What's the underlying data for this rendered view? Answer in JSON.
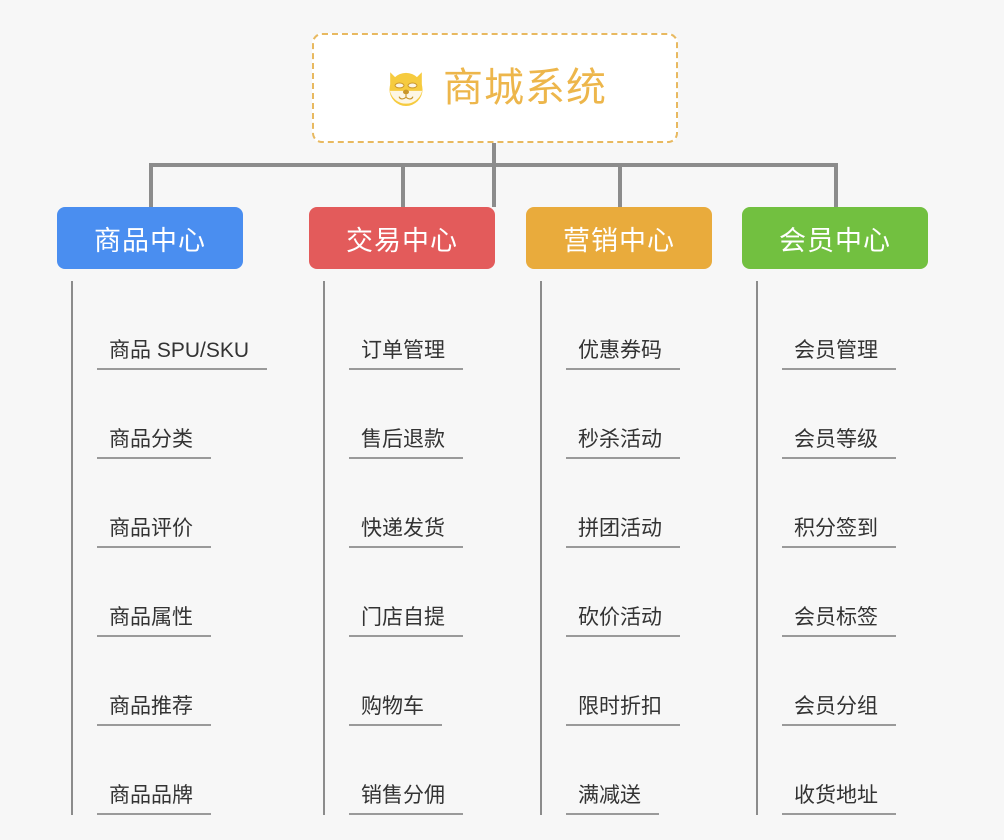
{
  "root": {
    "title": "商城系统",
    "icon": "shiba-dog-icon",
    "border_color": "#e8b960",
    "text_color": "#edb64b"
  },
  "connector_color": "#8c8c8c",
  "background_color": "#f7f7f7",
  "categories": [
    {
      "label": "商品中心",
      "color": "#4a8ef0",
      "items": [
        "商品 SPU/SKU",
        "商品分类",
        "商品评价",
        "商品属性",
        "商品推荐",
        "商品品牌"
      ]
    },
    {
      "label": "交易中心",
      "color": "#e35b5b",
      "items": [
        "订单管理",
        "售后退款",
        "快递发货",
        "门店自提",
        "购物车",
        "销售分佣"
      ]
    },
    {
      "label": "营销中心",
      "color": "#e9ab3c",
      "items": [
        "优惠券码",
        "秒杀活动",
        "拼团活动",
        "砍价活动",
        "限时折扣",
        "满减送"
      ]
    },
    {
      "label": "会员中心",
      "color": "#72c040",
      "items": [
        "会员管理",
        "会员等级",
        "积分签到",
        "会员标签",
        "会员分组",
        "收货地址"
      ]
    }
  ]
}
